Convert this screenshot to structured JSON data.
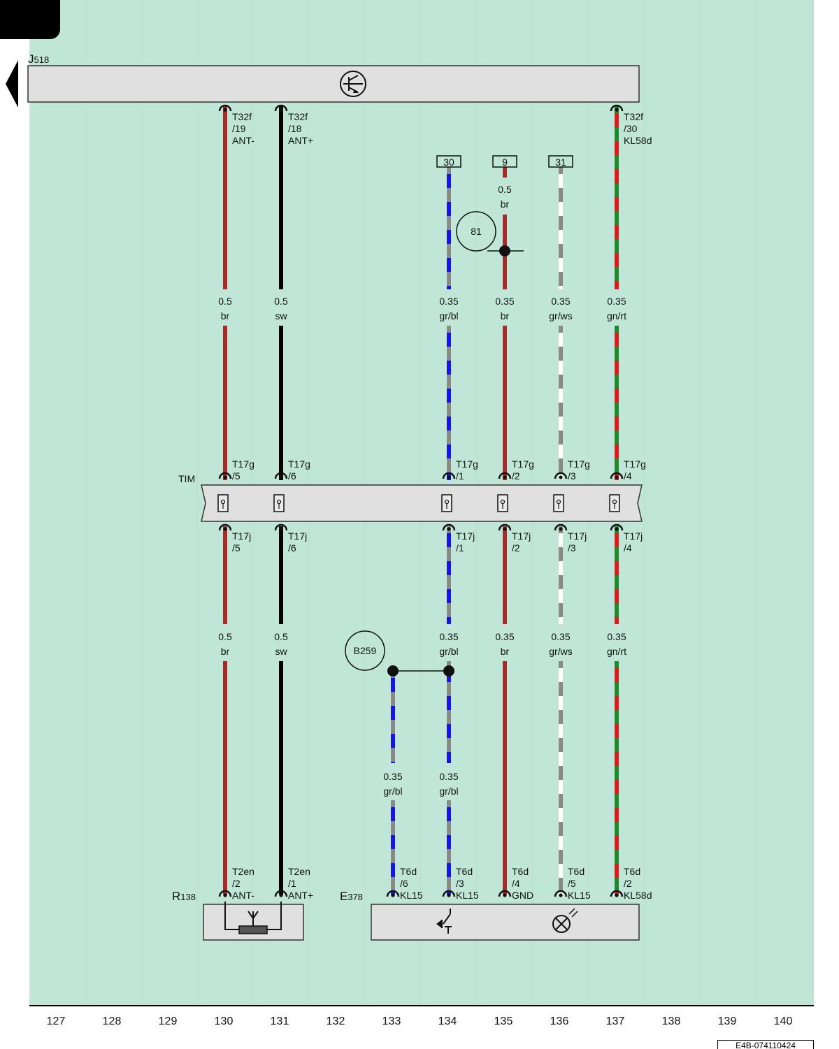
{
  "colors": {
    "background": "#bfe6d7",
    "box_fill": "#e0e0e0",
    "br": "#aa2a2a",
    "sw": "#000000",
    "gr": "#8a8a8a",
    "bl": "#1515e8",
    "ws": "#ffffff",
    "gn": "#1f8a2a",
    "rt": "#e01818"
  },
  "components": {
    "j518": {
      "label_main": "J",
      "label_sub": "518",
      "icon": "transponder-key-icon"
    },
    "tim": {
      "label": "TIM",
      "icon": "connector-pin-icon"
    },
    "r138": {
      "label_main": "R",
      "label_sub": "138",
      "icon": "antenna-coil-icon"
    },
    "e378": {
      "label_main": "E",
      "label_sub": "378",
      "icons": [
        "start-button-switch-icon",
        "illumination-lamp-icon"
      ]
    }
  },
  "wires": [
    {
      "id": "w130",
      "color_code": "br",
      "colors": [
        "br"
      ],
      "top_pin": [
        "T32f",
        "/19",
        "ANT-"
      ],
      "tim_top_pin": [
        "T17g",
        "/5"
      ],
      "tim_bottom_pin": [
        "T17j",
        "/5"
      ],
      "bottom_pin": [
        "T2en",
        "/2",
        "ANT-"
      ],
      "label_upper": [
        "0.5",
        "br"
      ],
      "label_lower": [
        "0.5",
        "br"
      ]
    },
    {
      "id": "w131",
      "color_code": "sw",
      "colors": [
        "sw"
      ],
      "top_pin": [
        "T32f",
        "/18",
        "ANT+"
      ],
      "tim_top_pin": [
        "T17g",
        "/6"
      ],
      "tim_bottom_pin": [
        "T17j",
        "/6"
      ],
      "bottom_pin": [
        "T2en",
        "/1",
        "ANT+"
      ],
      "label_upper": [
        "0.5",
        "sw"
      ],
      "label_lower": [
        "0.5",
        "sw"
      ]
    },
    {
      "id": "w134",
      "color_code": "gr/bl",
      "colors": [
        "gr",
        "bl"
      ],
      "top_terminal": "30",
      "tim_top_pin": [
        "T17g",
        "/1"
      ],
      "tim_bottom_pin": [
        "T17j",
        "/1"
      ],
      "bottom_pin": [
        "T6d",
        "/3",
        "KL15"
      ],
      "label_upper": [
        "0.35",
        "gr/bl"
      ],
      "label_lower": [
        "0.35",
        "gr/bl"
      ],
      "label_bottom": [
        "0.35",
        "gr/bl"
      ]
    },
    {
      "id": "w135",
      "color_code": "br",
      "colors": [
        "br"
      ],
      "top_terminal": "9",
      "label_top": [
        "0.5",
        "br"
      ],
      "tim_top_pin": [
        "T17g",
        "/2"
      ],
      "tim_bottom_pin": [
        "T17j",
        "/2"
      ],
      "bottom_pin": [
        "T6d",
        "/4",
        "GND"
      ],
      "label_upper": [
        "0.35",
        "br"
      ],
      "label_lower": [
        "0.35",
        "br"
      ]
    },
    {
      "id": "w136",
      "color_code": "gr/ws",
      "colors": [
        "gr",
        "ws"
      ],
      "top_terminal": "31",
      "tim_top_pin": [
        "T17g",
        "/3"
      ],
      "tim_bottom_pin": [
        "T17j",
        "/3"
      ],
      "bottom_pin": [
        "T6d",
        "/5",
        "KL15"
      ],
      "label_upper": [
        "0.35",
        "gr/ws"
      ],
      "label_lower": [
        "0.35",
        "gr/ws"
      ]
    },
    {
      "id": "w137",
      "color_code": "gn/rt",
      "colors": [
        "gn",
        "rt"
      ],
      "top_pin": [
        "T32f",
        "/30",
        "KL58d"
      ],
      "tim_top_pin": [
        "T17g",
        "/4"
      ],
      "tim_bottom_pin": [
        "T17j",
        "/4"
      ],
      "bottom_pin": [
        "T6d",
        "/2",
        "KL58d"
      ],
      "label_upper": [
        "0.35",
        "gn/rt"
      ],
      "label_lower": [
        "0.35",
        "gn/rt"
      ]
    },
    {
      "id": "w133",
      "color_code": "gr/bl",
      "colors": [
        "gr",
        "bl"
      ],
      "bottom_pin": [
        "T6d",
        "/6",
        "KL15"
      ],
      "label_bottom": [
        "0.35",
        "gr/bl"
      ]
    }
  ],
  "ground_point": "81",
  "junction_label": "B259",
  "column_numbers": [
    "127",
    "128",
    "129",
    "130",
    "131",
    "132",
    "133",
    "134",
    "135",
    "136",
    "137",
    "138",
    "139",
    "140"
  ],
  "doc_code": "E4B-074110424"
}
